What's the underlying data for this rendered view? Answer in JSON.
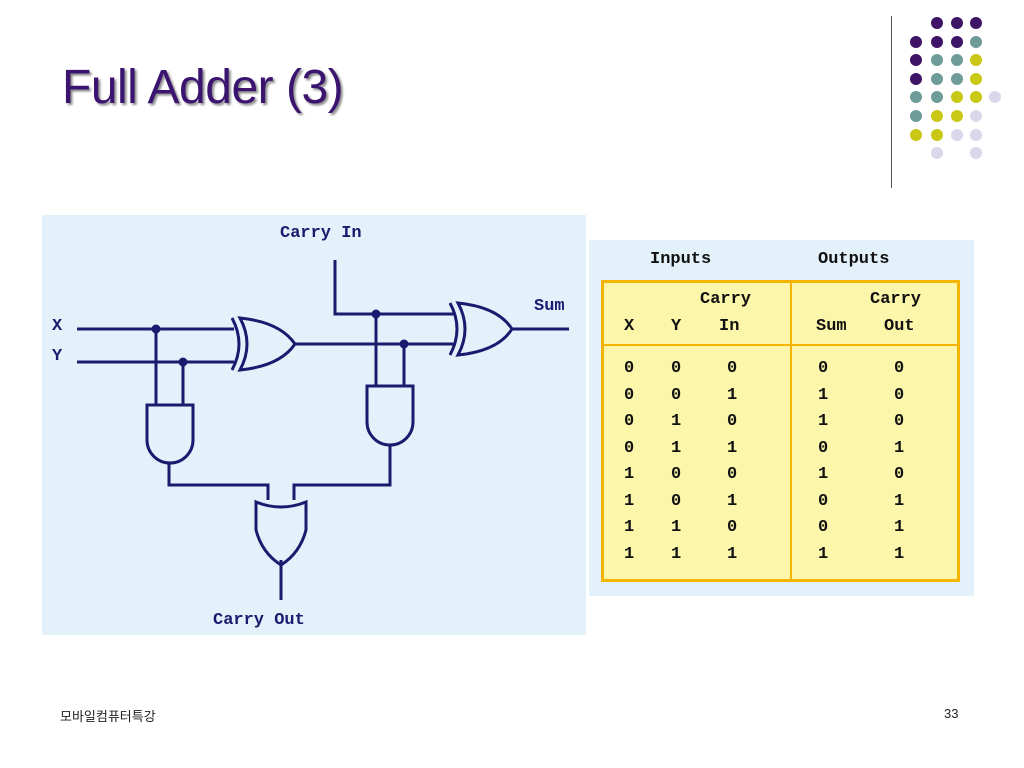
{
  "slide": {
    "title": "Full Adder (3)",
    "footer_left": "모바일컴퓨터특강",
    "page_number": "33"
  },
  "colors": {
    "purple": "#3f1466",
    "teal": "#6f9b99",
    "olive": "#c9c814",
    "lavender": "#d8d8ea",
    "wire": "#1a1a6e",
    "table_border": "#f4b400",
    "table_fill": "#fbf6a9",
    "panel_bg": "#e3f1fb"
  },
  "circuit": {
    "carry_in_label": "Carry In",
    "carry_out_label": "Carry Out",
    "sum_label": "Sum",
    "x_label": "X",
    "y_label": "Y",
    "gates": [
      "xor-gate-1",
      "xor-gate-2",
      "and-gate-1",
      "and-gate-2",
      "or-gate"
    ]
  },
  "truth_table": {
    "group_headers": [
      "Inputs",
      "Outputs"
    ],
    "col_headers_top": [
      "",
      "",
      "Carry",
      "",
      "Carry"
    ],
    "col_headers_bottom": [
      "X",
      "Y",
      "In",
      "Sum",
      "Out"
    ],
    "rows": [
      [
        "0",
        "0",
        "0",
        "0",
        "0"
      ],
      [
        "0",
        "0",
        "1",
        "1",
        "0"
      ],
      [
        "0",
        "1",
        "0",
        "1",
        "0"
      ],
      [
        "0",
        "1",
        "1",
        "0",
        "1"
      ],
      [
        "1",
        "0",
        "0",
        "1",
        "0"
      ],
      [
        "1",
        "0",
        "1",
        "0",
        "1"
      ],
      [
        "1",
        "1",
        "0",
        "0",
        "1"
      ],
      [
        "1",
        "1",
        "1",
        "1",
        "1"
      ]
    ]
  }
}
